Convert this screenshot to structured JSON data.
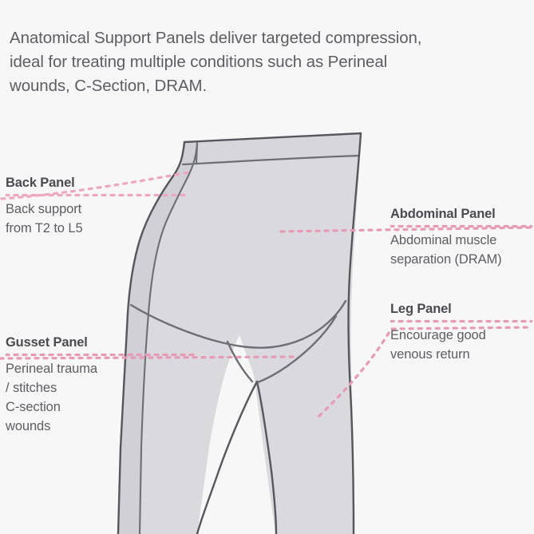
{
  "page": {
    "background_color": "#f7f7f7",
    "intro_text": "Anatomical Support Panels deliver targeted compression,\nideal for treating multiple conditions such as Perineal\nwounds, C-Section, DRAM."
  },
  "colors": {
    "text_heading": "#4a4a50",
    "text_body": "#5d5d62",
    "dash_pink": "#e79ab4",
    "dash_pink_light": "#eeb4c8",
    "garment_fill": "#dadade",
    "garment_fill_dark": "#d2d2d7",
    "garment_outline": "#56565c",
    "garment_seam": "#6e6e75"
  },
  "callouts": [
    {
      "id": "back-panel",
      "side": "left",
      "title": "Back Panel",
      "description": "Back support\nfrom T2 to L5"
    },
    {
      "id": "gusset-panel",
      "side": "left",
      "title": "Gusset Panel",
      "description": "Perineal trauma\n/ stitches\nC-section\nwounds"
    },
    {
      "id": "abdominal-panel",
      "side": "right",
      "title": "Abdominal Panel",
      "description": "Abdominal muscle\nseparation (DRAM)"
    },
    {
      "id": "leg-panel",
      "side": "right",
      "title": "Leg Panel",
      "description": "Encourage good\nvenous return"
    }
  ],
  "illustration": {
    "name": "compression-garment-lower-body",
    "description": "Line-drawing of a torso and legs wearing compression shorts/leggings with a waistband, hip brief seam and gusset"
  }
}
